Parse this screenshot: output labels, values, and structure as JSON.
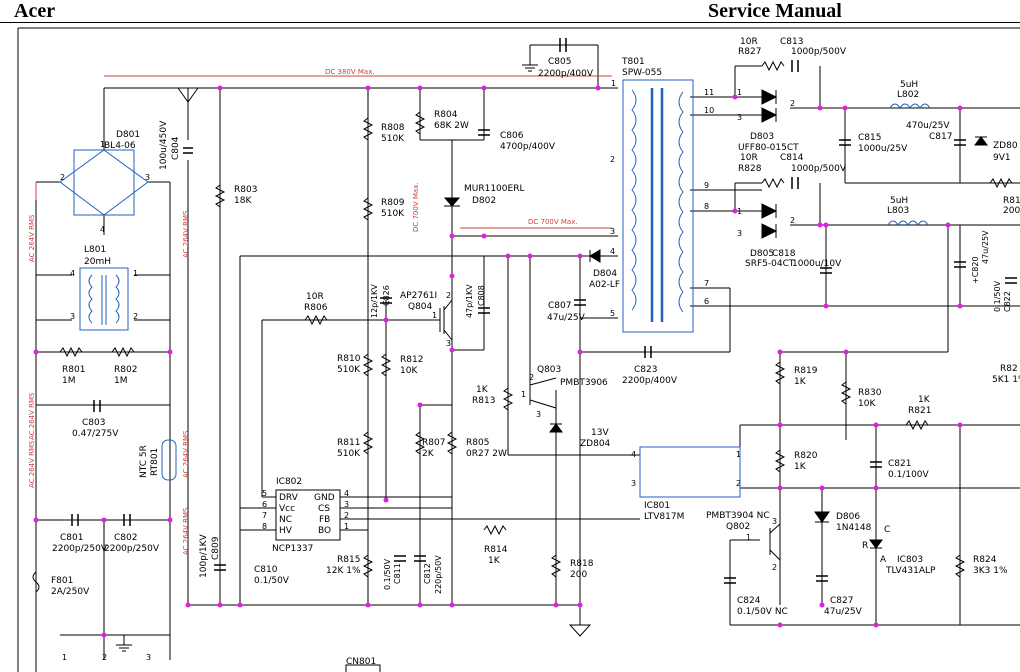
{
  "header": {
    "left": "Acer",
    "right": "Service Manual"
  },
  "nets": {
    "dc380": "DC 380V Max.",
    "dc700": "DC 700V Max.",
    "dc700v": "DC 700V Max.",
    "ac_rms_1": "AC 264V RMS",
    "ac_rms_2": "AC 264V RMS",
    "ac_rms_3": "AC 264V RMS",
    "ac_rms_4": "AC 264V RMS",
    "ac_rms_5": "AC 264V RMS",
    "ac_rms_6": "AC 264V RMS"
  },
  "parts": {
    "d801": [
      "D801",
      "BL4-06"
    ],
    "c804": [
      "100u/450V",
      "C804"
    ],
    "r803": [
      "R803",
      "18K"
    ],
    "c805": [
      "C805",
      "2200p/400V"
    ],
    "t801": [
      "T801",
      "SPW-055"
    ],
    "r808": [
      "R808",
      "510K"
    ],
    "r804": [
      "R804",
      "68K 2W"
    ],
    "c806": [
      "C806",
      "4700p/400V"
    ],
    "d802": [
      "MUR1100ERL",
      "D802"
    ],
    "r809": [
      "R809",
      "510K"
    ],
    "l801": [
      "L801",
      "20mH"
    ],
    "r806": [
      "10R",
      "R806"
    ],
    "c826": [
      "12p/1KV",
      "C826"
    ],
    "q804": [
      "AP2761I",
      "Q804"
    ],
    "c808": [
      "47p/1KV",
      "C808"
    ],
    "d804": [
      "D804",
      "A02-LF"
    ],
    "c807": [
      "C807",
      "47u/25V"
    ],
    "r801": [
      "R801",
      "1M"
    ],
    "r802": [
      "R802",
      "1M"
    ],
    "c803": [
      "C803",
      "0.47/275V"
    ],
    "r810": [
      "R810",
      "510K"
    ],
    "r812": [
      "R812",
      "10K"
    ],
    "r813": [
      "1K",
      "R813"
    ],
    "q803": [
      "Q803",
      "PMBT3906"
    ],
    "rt801": [
      "NTC 5R",
      "RT801"
    ],
    "r811": [
      "R811",
      "510K"
    ],
    "r807": [
      "R807",
      "2K"
    ],
    "r805": [
      "R805",
      "0R27 2W"
    ],
    "zd804": [
      "13V",
      "ZD804"
    ],
    "c823": [
      "C823",
      "2200p/400V"
    ],
    "c801": [
      "C801",
      "2200p/250V"
    ],
    "c802": [
      "C802",
      "2200p/250V"
    ],
    "ic802": [
      "IC802",
      "NCP1337"
    ],
    "c809": [
      "100p/1KV",
      "C809"
    ],
    "c810": [
      "C810",
      "0.1/50V"
    ],
    "r815": [
      "R815",
      "12K 1%"
    ],
    "c811": [
      "0.1/50V",
      "C811"
    ],
    "c812": [
      "C812",
      "220p/50V"
    ],
    "r814": [
      "R814",
      "1K"
    ],
    "r818": [
      "R818",
      "200"
    ],
    "f801": [
      "F801",
      "2A/250V"
    ],
    "cn801": [
      "CN801"
    ],
    "r827": [
      "10R",
      "R827"
    ],
    "c813": [
      "1000p/500V",
      "C813"
    ],
    "d803": [
      "D803",
      "UFF80-015CT"
    ],
    "r828": [
      "10R",
      "R828"
    ],
    "c814": [
      "1000p/500V",
      "C814"
    ],
    "d805": [
      "D805",
      "SRF5-04CT"
    ],
    "c818": [
      "1000u/10V",
      "C818"
    ],
    "l802": [
      "5uH",
      "L802"
    ],
    "c815": [
      "C815",
      "1000u/25V"
    ],
    "c817": [
      "470u/25V",
      "C817"
    ],
    "zd80x": [
      "ZD80",
      "9V1"
    ],
    "l803": [
      "5uH",
      "L803"
    ],
    "c820": [
      "+C820",
      "47u/25V"
    ],
    "c822": [
      "0.1/50V",
      "C822"
    ],
    "r81x": [
      "R81",
      "200"
    ],
    "ic801": [
      "IC801",
      "LTV817M"
    ],
    "r819": [
      "R819",
      "1K"
    ],
    "r830": [
      "R830",
      "10K"
    ],
    "r821": [
      "1K",
      "R821"
    ],
    "r82x": [
      "R82",
      "5K1 1%"
    ],
    "r820": [
      "R820",
      "1K"
    ],
    "c821": [
      "C821",
      "0.1/100V"
    ],
    "q802": [
      "PMBT3904 NC",
      "Q802"
    ],
    "d806": [
      "D806",
      "1N4148"
    ],
    "ic803": [
      "IC803",
      "TLV431ALP"
    ],
    "r824": [
      "R824",
      "3K3 1%"
    ],
    "c824": [
      "C824",
      "0.1/50V NC"
    ],
    "c827": [
      "C827",
      "47u/25V"
    ]
  },
  "ic802_pins": {
    "left_labels": [
      "DRV",
      "Vcc",
      "NC",
      "HV"
    ],
    "right_labels": [
      "GND",
      "CS",
      "FB",
      "BO"
    ],
    "left_nums": [
      "5",
      "6",
      "7",
      "8"
    ],
    "right_nums": [
      "4",
      "3",
      "2",
      "1"
    ]
  },
  "pins": {
    "t801_1": "1",
    "t801_2": "2",
    "t801_3": "3",
    "t801_4": "4",
    "t801_5": "5",
    "t801_6": "6",
    "t801_7": "7",
    "t801_8": "8",
    "t801_9": "9",
    "t801_10": "10",
    "t801_11": "11",
    "d801_1": "1",
    "d801_2": "2",
    "d801_3": "3",
    "d801_4": "4",
    "l801_1": "1",
    "l801_2": "2",
    "l801_3": "3",
    "l801_4": "4",
    "q804_1": "1",
    "q804_2": "2",
    "q804_3": "3",
    "q803_1": "1",
    "q803_2": "2",
    "q803_3": "3",
    "ic801_1": "1",
    "ic801_2": "2",
    "ic801_3": "3",
    "ic801_4": "4",
    "d803_1": "1",
    "d803_2": "2",
    "d803_3": "3",
    "d805_1": "1",
    "d805_2": "2",
    "d805_3": "3",
    "q802_1": "1",
    "q802_2": "2",
    "q802_3": "3",
    "cn_1": "1",
    "cn_2": "2",
    "cn_3": "3",
    "ic803_c": "C",
    "ic803_r": "R",
    "ic803_a": "A"
  }
}
